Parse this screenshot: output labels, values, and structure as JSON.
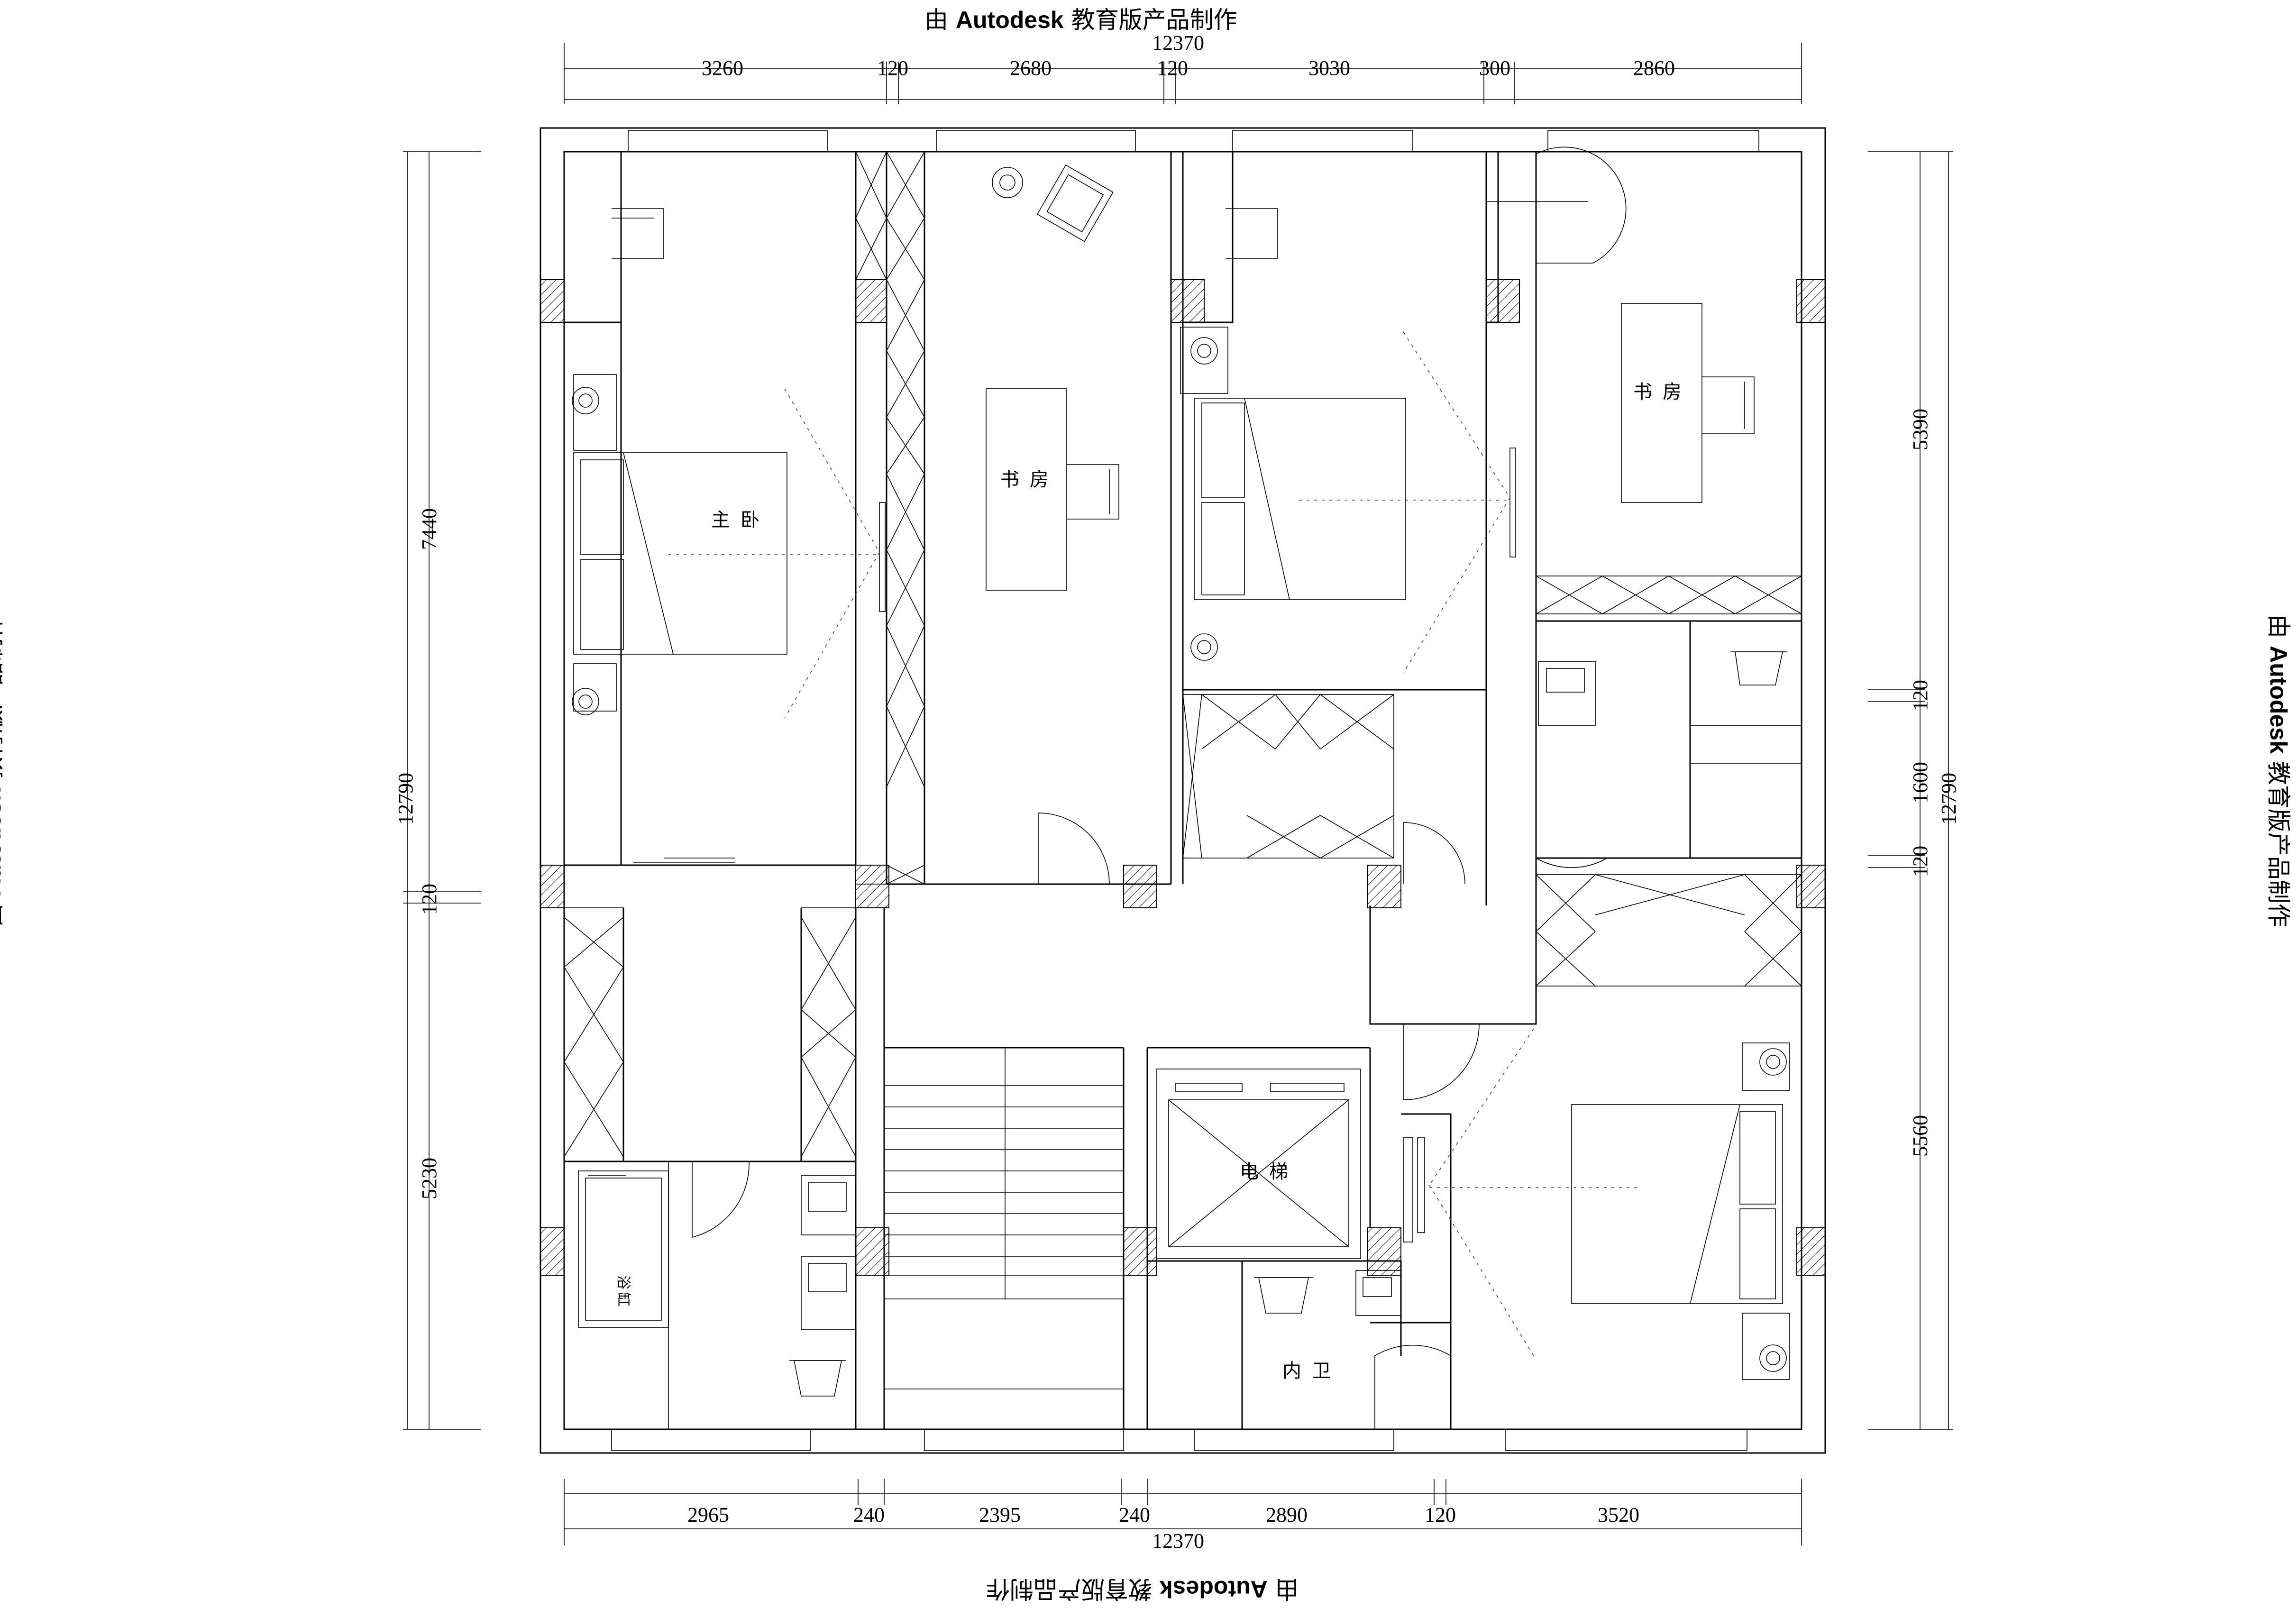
{
  "watermark": {
    "prefix": "由",
    "brand": "Autodesk",
    "suffix": "教育版产品制作"
  },
  "dimensions": {
    "top_total": "12370",
    "top": [
      "3260",
      "120",
      "2680",
      "120",
      "3030",
      "300",
      "2860"
    ],
    "bottom_total": "12370",
    "bottom": [
      "2965",
      "240",
      "2395",
      "240",
      "2890",
      "120",
      "3520"
    ],
    "left_total": "12790",
    "left": [
      "7440",
      "120",
      "5230"
    ],
    "right_total": "12790",
    "right": [
      "5390",
      "120",
      "1600",
      "120",
      "5560"
    ]
  },
  "rooms": {
    "master_bedroom": "主卧",
    "study_1": "书房",
    "study_2": "书房",
    "elevator": "电梯",
    "inner_bath": "内卫",
    "bath_tub": "浴缸"
  }
}
